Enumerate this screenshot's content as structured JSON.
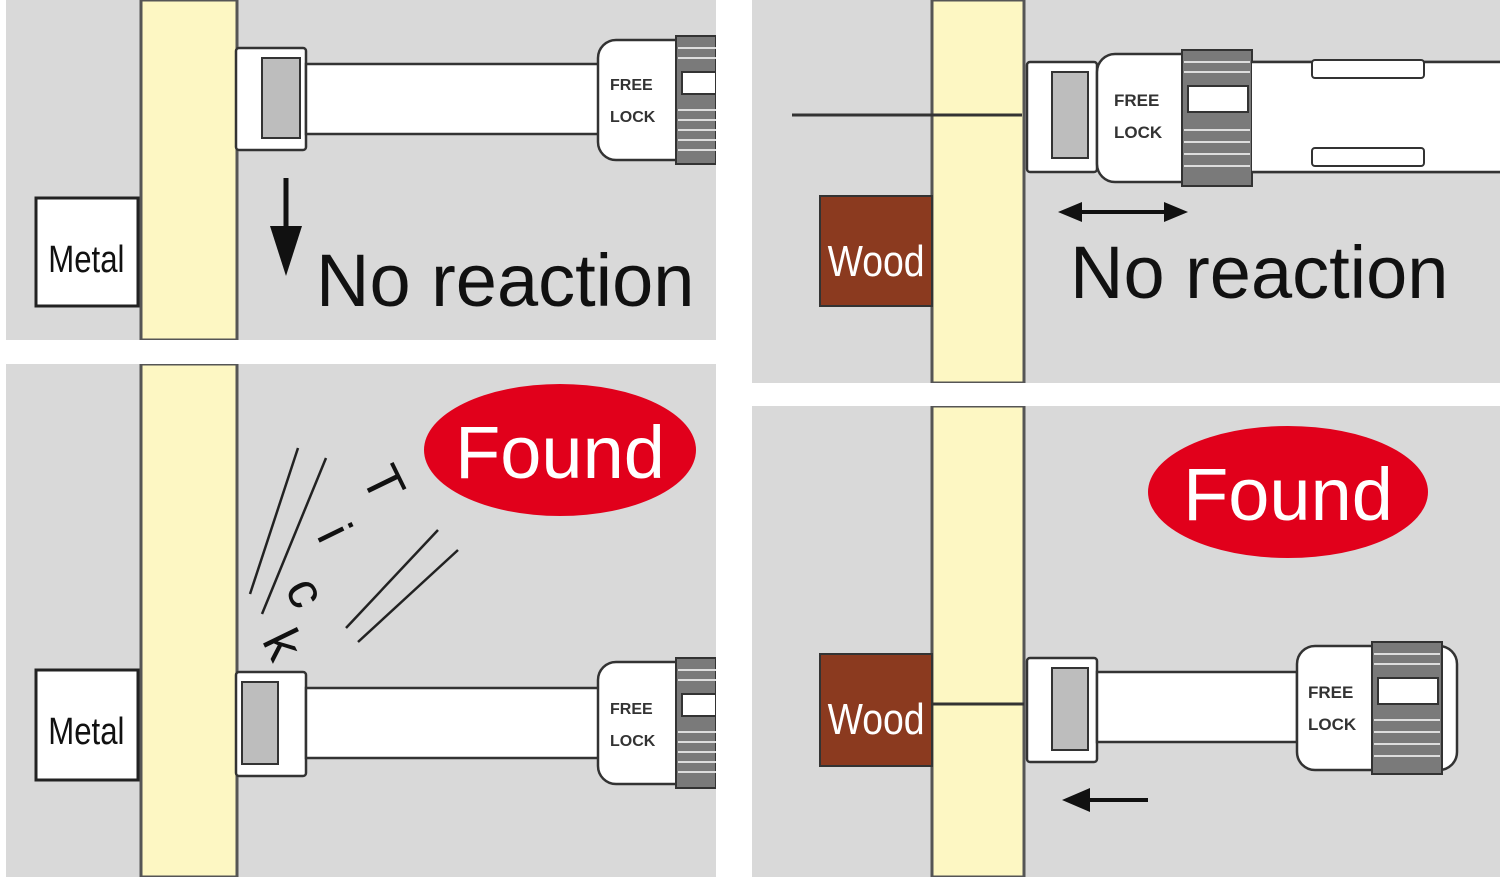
{
  "panels": {
    "top_left": {
      "material": "Metal",
      "status": "No reaction",
      "switch_free": "FREE",
      "switch_lock": "LOCK"
    },
    "top_right": {
      "material": "Wood",
      "status": "No reaction",
      "switch_free": "FREE",
      "switch_lock": "LOCK"
    },
    "bottom_left": {
      "material": "Metal",
      "status": "Found",
      "sound": [
        "T",
        "i",
        "c",
        "k"
      ],
      "switch_free": "FREE",
      "switch_lock": "LOCK"
    },
    "bottom_right": {
      "material": "Wood",
      "status": "Found",
      "switch_free": "FREE",
      "switch_lock": "LOCK"
    }
  },
  "colors": {
    "background": "#d9d9d9",
    "wall": "#fdf7c3",
    "wood": "#8b3a1f",
    "found_badge": "#e1001b",
    "metal_box": "#ffffff",
    "ink": "#111111"
  }
}
